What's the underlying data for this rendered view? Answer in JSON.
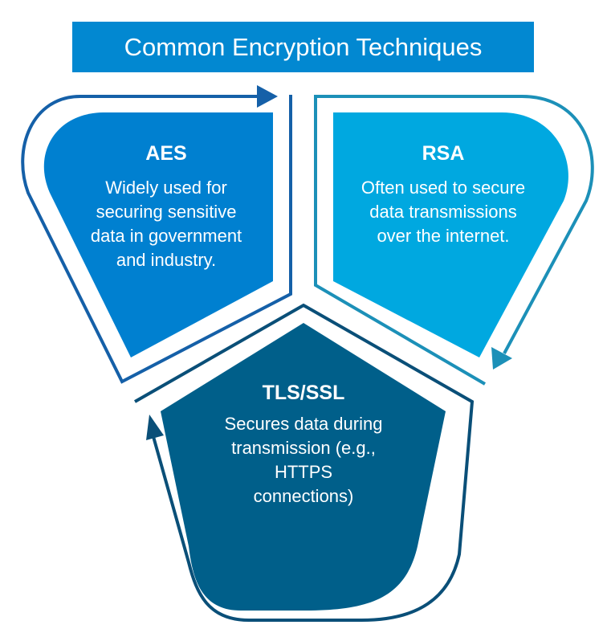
{
  "title": "Common Encryption Techniques",
  "colors": {
    "aes": "#0080D0",
    "rsa": "#00A8E0",
    "tls": "#005F8A",
    "title_bg": "#0288D1"
  },
  "sections": [
    {
      "name": "AES",
      "lines": [
        "Widely used for",
        "securing sensitive",
        "data in government",
        "and industry."
      ]
    },
    {
      "name": "RSA",
      "lines": [
        "Often used to secure",
        "data transmissions",
        "over the internet."
      ]
    },
    {
      "name": "TLS/SSL",
      "lines": [
        "Secures data during",
        "transmission (e.g.,",
        "HTTPS",
        "connections)"
      ]
    }
  ]
}
